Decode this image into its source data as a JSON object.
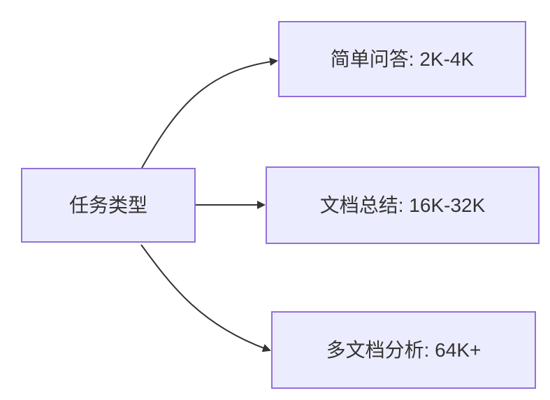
{
  "diagram": {
    "type": "flowchart-left-to-right",
    "root": {
      "label": "任务类型"
    },
    "branches": [
      {
        "label": "简单问答: 2K-4K"
      },
      {
        "label": "文档总结: 16K-32K"
      },
      {
        "label": "多文档分析: 64K+"
      }
    ]
  },
  "colors": {
    "node-fill": "#ECECFF",
    "node-border": "#9370DB",
    "arrow": "#333333",
    "text": "#333333",
    "background": "#FFFFFF"
  }
}
